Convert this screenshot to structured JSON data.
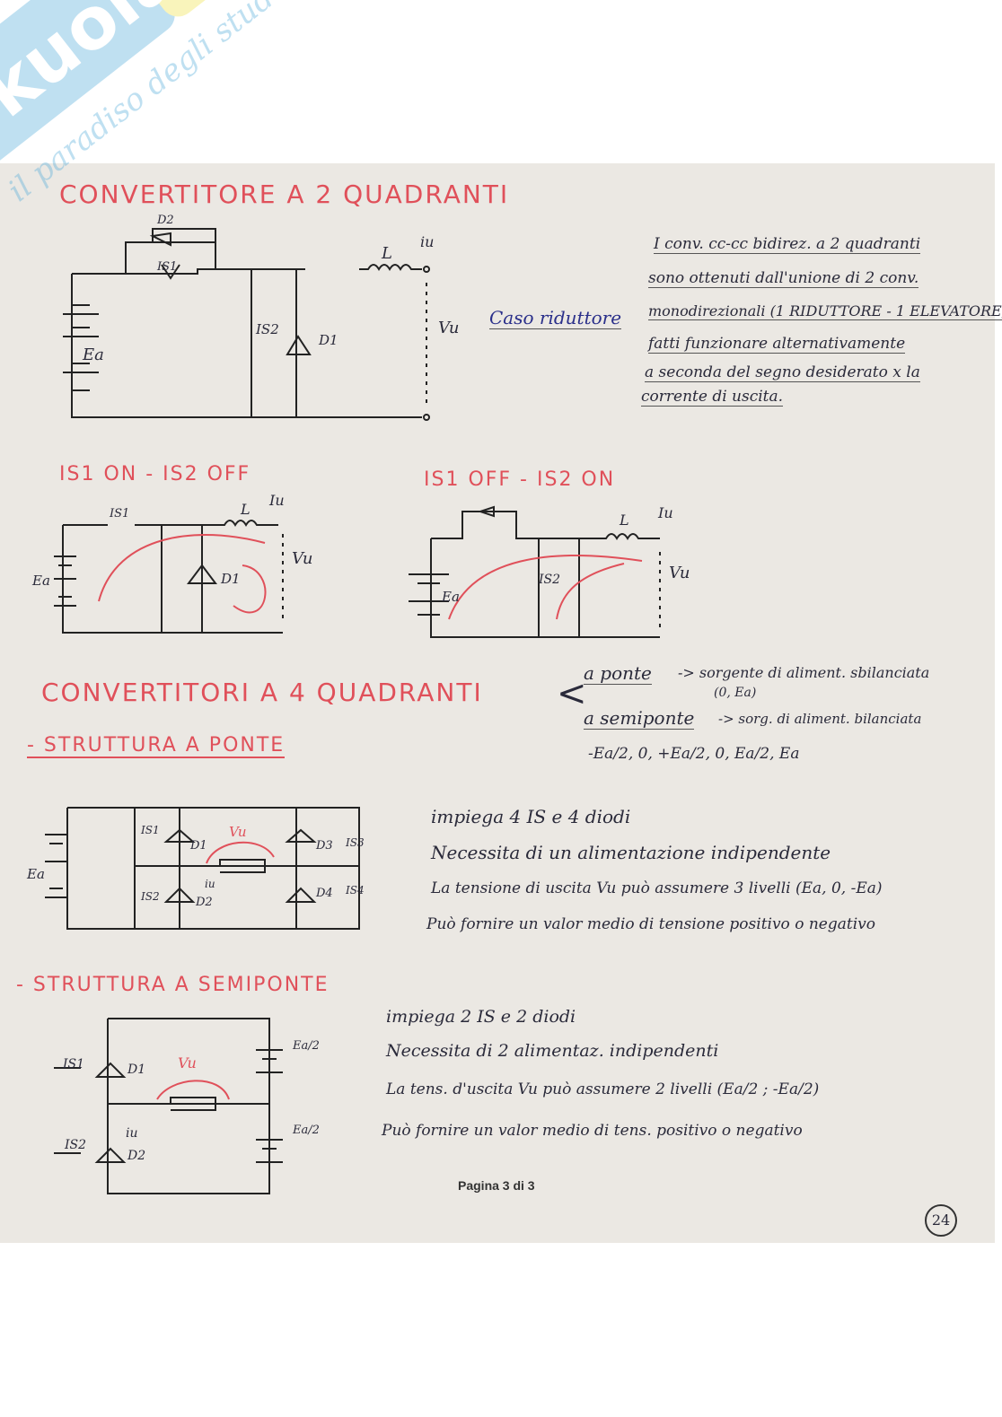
{
  "watermark": {
    "brand": "Skuola.net",
    "tagline": "il paradiso degli studenti"
  },
  "section1": {
    "title": "CONVERTITORE A 2 QUADRANTI",
    "labels": {
      "d2": "D2",
      "is1": "IS1",
      "is2": "IS2",
      "d1": "D1",
      "l": "L",
      "iu": "iu",
      "vu": "Vu",
      "ea": "Ea"
    },
    "case": "Caso riduttore",
    "description": [
      "I conv. cc-cc bidirez. a 2 quadranti",
      "sono ottenuti dall'unione di 2 conv.",
      "monodirezionali (1 RIDUTTORE - 1 ELEVATORE)",
      "fatti funzionare alternativamente",
      "a seconda del segno desiderato x la",
      "corrente di uscita."
    ]
  },
  "states": {
    "left": {
      "title": "IS1 ON - IS2 OFF",
      "is1": "IS1",
      "l": "L",
      "iu": "Iu",
      "vu": "Vu",
      "ea": "Ea",
      "d1": "D1"
    },
    "right": {
      "title": "IS1 OFF - IS2 ON",
      "l": "L",
      "iu": "Iu",
      "vu": "Vu",
      "ea": "Ea",
      "is2": "IS2"
    }
  },
  "section2": {
    "title": "CONVERTITORI A 4 QUADRANTI",
    "branch1": "a ponte",
    "branch1_desc": "-> sorgente di aliment. sbilanciata",
    "branch1_values": "(0, Ea)",
    "branch2": "a semiponte",
    "branch2_desc": "-> sorg. di aliment. bilanciata",
    "branch2_values": "-Ea/2, 0, +Ea/2, 0, Ea/2, Ea"
  },
  "bridge": {
    "title": "- STRUTTURA A PONTE",
    "labels": {
      "is1": "IS1",
      "is2": "IS2",
      "is3": "IS3",
      "is4": "IS4",
      "d1": "D1",
      "d2": "D2",
      "d3": "D3",
      "d4": "D4",
      "vu": "Vu",
      "iu": "iu",
      "ea": "Ea"
    },
    "bullets": [
      "impiega 4 IS e 4 diodi",
      "Necessita di un alimentazione indipendente",
      "La tensione di uscita Vu può assumere 3 livelli (Ea, 0, -Ea)",
      "Può fornire un valor medio di tensione positivo o negativo"
    ]
  },
  "halfbridge": {
    "title": "- STRUTTURA A SEMIPONTE",
    "labels": {
      "is1": "IS1",
      "is2": "IS2",
      "d1": "D1",
      "d2": "D2",
      "vu": "Vu",
      "iu": "iu",
      "ea_half": "Ea/2"
    },
    "bullets": [
      "impiega 2 IS e 2 diodi",
      "Necessita di 2 alimentaz. indipendenti",
      "La tens. d'uscita Vu può assumere 2 livelli (Ea/2 ; -Ea/2)",
      "Può fornire un valor medio di tens. positivo o negativo"
    ]
  },
  "footer": {
    "page": "Pagina 3 di 3",
    "sheet_number": "24"
  }
}
